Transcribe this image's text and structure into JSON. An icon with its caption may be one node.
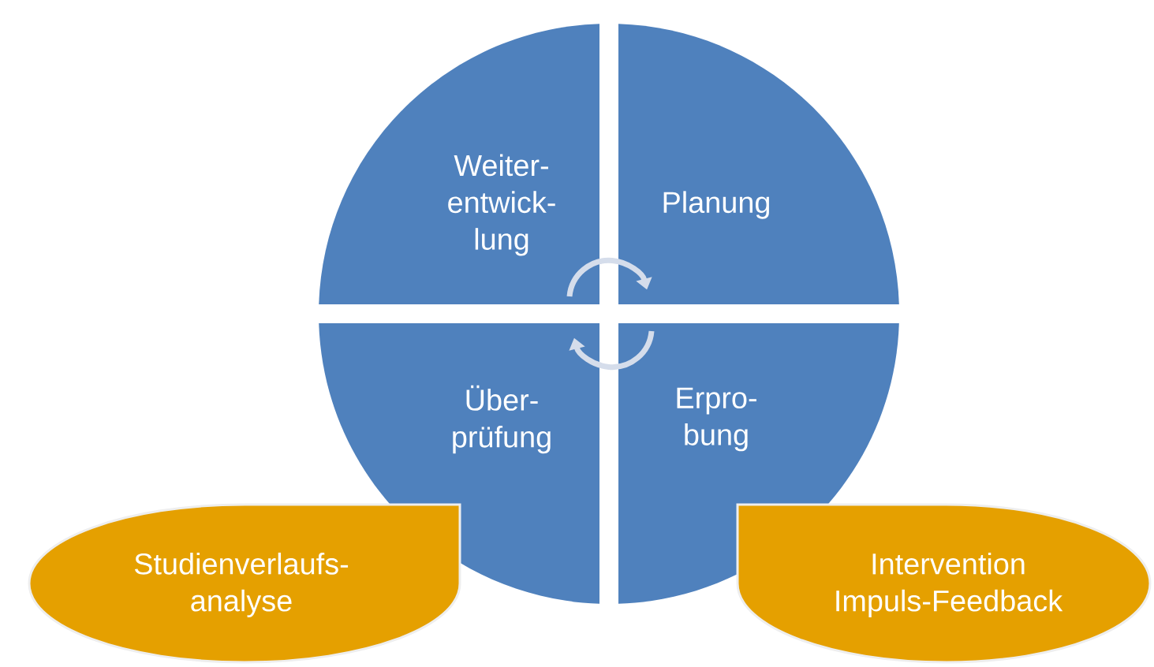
{
  "diagram": {
    "nodes": [
      {
        "text": [
          "Weiter- entwick- lung"
        ]
      },
      {
        "text": [
          "Planung"
        ]
      },
      {
        "text": [
          "Über- prüfung"
        ]
      },
      {
        "text": [
          "Erpro- bung"
        ]
      },
      {
        "text": [
          "Studienverlaufs- analyse"
        ]
      },
      {
        "text": [
          "Intervention Impuls-Feedback"
        ]
      }
    ],
    "edges": [
      {
        "from": 0,
        "to": 1,
        "arrow": "to"
      },
      {
        "from": 3,
        "to": 2,
        "arrow": "to"
      }
    ]
  }
}
